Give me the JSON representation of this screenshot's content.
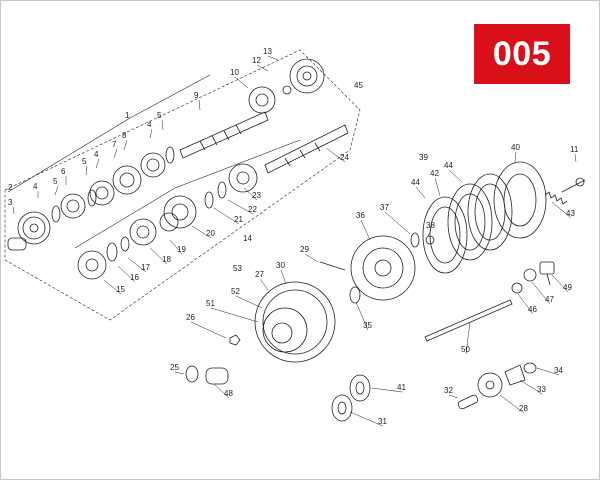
{
  "page_number": "005",
  "callouts": [
    {
      "id": "c1",
      "text": "1"
    },
    {
      "id": "c2",
      "text": "2"
    },
    {
      "id": "c3",
      "text": "3"
    },
    {
      "id": "c4a",
      "text": "4"
    },
    {
      "id": "c4b",
      "text": "4"
    },
    {
      "id": "c4c",
      "text": "4"
    },
    {
      "id": "c5a",
      "text": "5"
    },
    {
      "id": "c5b",
      "text": "5"
    },
    {
      "id": "c5c",
      "text": "5"
    },
    {
      "id": "c6",
      "text": "6"
    },
    {
      "id": "c7",
      "text": "7"
    },
    {
      "id": "c8",
      "text": "8"
    },
    {
      "id": "c9",
      "text": "9"
    },
    {
      "id": "c10",
      "text": "10"
    },
    {
      "id": "c11",
      "text": "11"
    },
    {
      "id": "c12",
      "text": "12"
    },
    {
      "id": "c13",
      "text": "13"
    },
    {
      "id": "c14",
      "text": "14"
    },
    {
      "id": "c15",
      "text": "15"
    },
    {
      "id": "c16",
      "text": "16"
    },
    {
      "id": "c17",
      "text": "17"
    },
    {
      "id": "c18",
      "text": "18"
    },
    {
      "id": "c19",
      "text": "19"
    },
    {
      "id": "c20",
      "text": "20"
    },
    {
      "id": "c21",
      "text": "21"
    },
    {
      "id": "c22",
      "text": "22"
    },
    {
      "id": "c23",
      "text": "23"
    },
    {
      "id": "c24",
      "text": "24"
    },
    {
      "id": "c25",
      "text": "25"
    },
    {
      "id": "c26",
      "text": "26"
    },
    {
      "id": "c27",
      "text": "27"
    },
    {
      "id": "c28",
      "text": "28"
    },
    {
      "id": "c29",
      "text": "29"
    },
    {
      "id": "c30",
      "text": "30"
    },
    {
      "id": "c31",
      "text": "31"
    },
    {
      "id": "c32",
      "text": "32"
    },
    {
      "id": "c33",
      "text": "33"
    },
    {
      "id": "c34",
      "text": "34"
    },
    {
      "id": "c35",
      "text": "35"
    },
    {
      "id": "c36",
      "text": "36"
    },
    {
      "id": "c37",
      "text": "37"
    },
    {
      "id": "c38",
      "text": "38"
    },
    {
      "id": "c39",
      "text": "39"
    },
    {
      "id": "c40",
      "text": "40"
    },
    {
      "id": "c41",
      "text": "41"
    },
    {
      "id": "c42",
      "text": "42"
    },
    {
      "id": "c43",
      "text": "43"
    },
    {
      "id": "c44a",
      "text": "44"
    },
    {
      "id": "c44b",
      "text": "44"
    },
    {
      "id": "c45",
      "text": "45"
    },
    {
      "id": "c46",
      "text": "46"
    },
    {
      "id": "c47",
      "text": "47"
    },
    {
      "id": "c48",
      "text": "48"
    },
    {
      "id": "c49",
      "text": "49"
    },
    {
      "id": "c50",
      "text": "50"
    },
    {
      "id": "c51",
      "text": "51"
    },
    {
      "id": "c52",
      "text": "52"
    },
    {
      "id": "c53",
      "text": "53"
    }
  ],
  "colors": {
    "badge": "#d9101a",
    "line": "#222222",
    "frame": "#c8c8c8"
  }
}
